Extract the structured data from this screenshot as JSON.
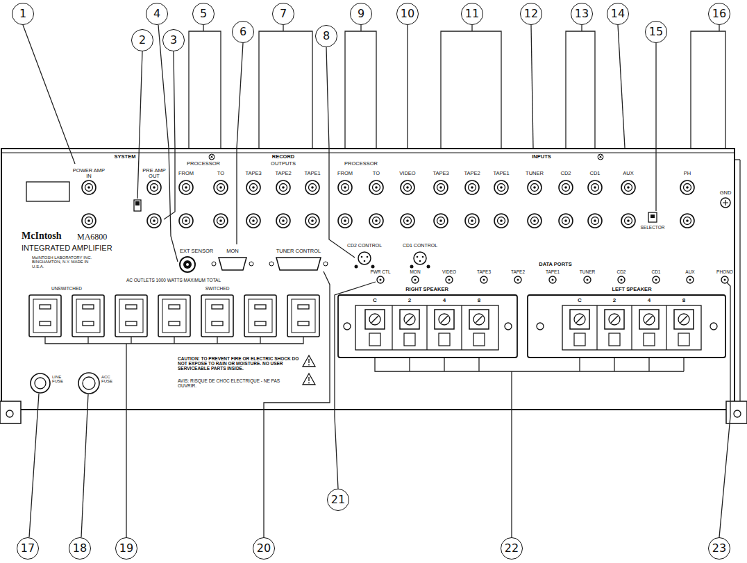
{
  "diagram": {
    "nodes": [
      {
        "text": [
          "1"
        ]
      },
      {
        "text": [
          "2"
        ]
      },
      {
        "text": [
          "3"
        ]
      },
      {
        "text": [
          "4"
        ]
      },
      {
        "text": [
          "5"
        ]
      },
      {
        "text": [
          "6"
        ]
      },
      {
        "text": [
          "7"
        ]
      },
      {
        "text": [
          "8"
        ]
      },
      {
        "text": [
          "9"
        ]
      },
      {
        "text": [
          "10"
        ]
      },
      {
        "text": [
          "11"
        ]
      },
      {
        "text": [
          "12"
        ]
      },
      {
        "text": [
          "13"
        ]
      },
      {
        "text": [
          "14"
        ]
      },
      {
        "text": [
          "15"
        ]
      },
      {
        "text": [
          "16"
        ]
      },
      {
        "text": [
          "17"
        ]
      },
      {
        "text": [
          "18"
        ]
      },
      {
        "text": [
          "19"
        ]
      },
      {
        "text": [
          "20"
        ]
      },
      {
        "text": [
          "21"
        ]
      },
      {
        "text": [
          "22"
        ]
      },
      {
        "text": [
          "23"
        ]
      }
    ],
    "labels": [
      "SYSTEM",
      "POWER AMP IN",
      "PRE AMP OUT",
      "PROCESSOR",
      "FROM",
      "TO",
      "RECORD",
      "OUTPUTS",
      "TAPE3",
      "TAPE2",
      "TAPE1",
      "PROCESSOR",
      "FROM",
      "TO",
      "INPUTS",
      "VIDEO",
      "TAPE3",
      "TAPE2",
      "TAPE1",
      "TUNER",
      "CD2",
      "CD1",
      "AUX",
      "PH",
      "GND",
      "SELECTOR",
      "McIntosh",
      "MA6800",
      "INTEGRATED AMPLIFIER",
      "McINTOSH LABORATORY INC. BINGHAMTON, N.Y. MADE IN U.S.A.",
      "EXT SENSOR",
      "MON",
      "TUNER CONTROL",
      "CD2 CONTROL",
      "CD1 CONTROL",
      "DATA PORTS",
      "PWR CTL",
      "MON",
      "VIDEO",
      "TAPE3",
      "TAPE2",
      "TAPE1",
      "TUNER",
      "CD2",
      "CD1",
      "AUX",
      "PHONO",
      "AC OUTLETS 1000 WATTS MAXIMUM TOTAL",
      "UNSWITCHED",
      "SWITCHED",
      "RIGHT SPEAKER",
      "C",
      "2",
      "4",
      "8",
      "LEFT SPEAKER",
      "C",
      "2",
      "4",
      "8",
      "LINE FUSE",
      "ACC FUSE",
      "CAUTION: TO PREVENT FIRE OR ELECTRIC SHOCK DO NOT EXPOSE TO RAIN OR MOISTURE. NO USER SERVICEABLE PARTS INSIDE.",
      "AVIS: RISQUE DE CHOC ELECTRIQUE - NE PAS OUVRIR."
    ]
  }
}
